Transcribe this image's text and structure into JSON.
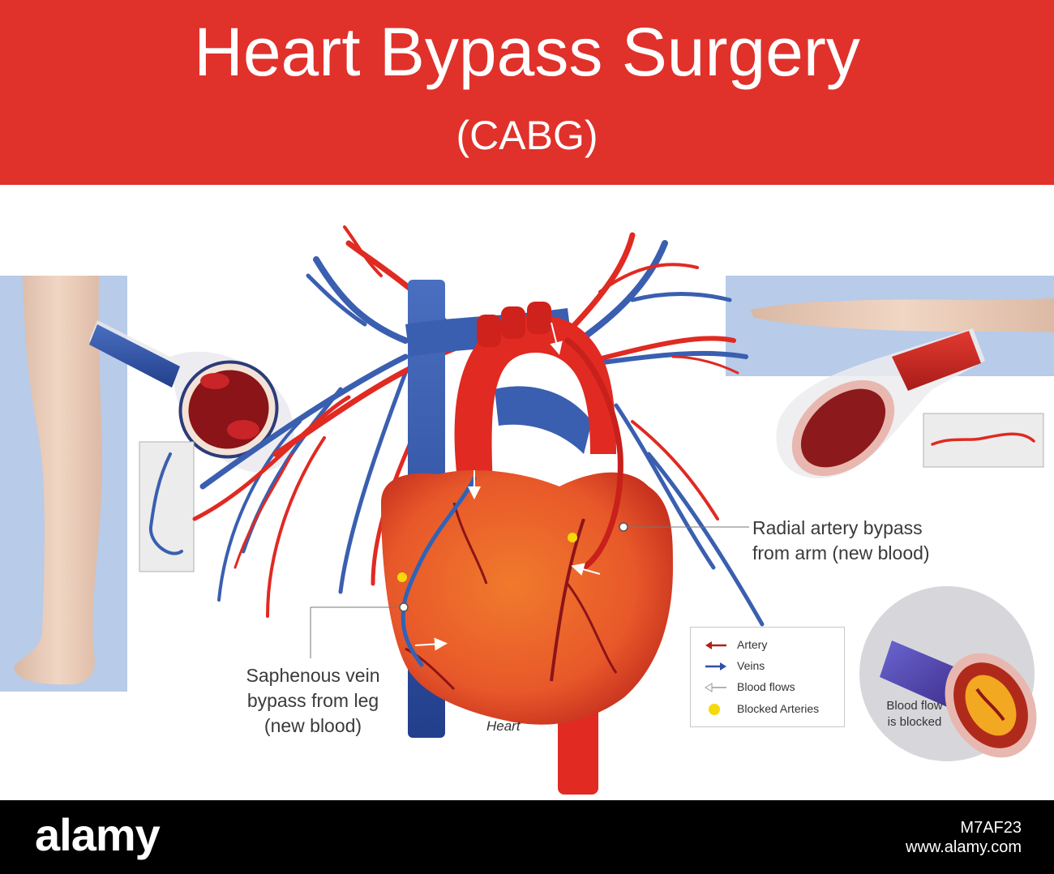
{
  "header": {
    "title": "Heart Bypass Surgery",
    "subtitle": "(CABG)"
  },
  "labels": {
    "radial_line1": "Radial artery bypass",
    "radial_line2": "from arm (new blood)",
    "saphenous_line1": "Saphenous vein",
    "saphenous_line2": "bypass from leg",
    "saphenous_line3": "(new blood)",
    "heart": "Heart",
    "blocked_line1": "Blood flow",
    "blocked_line2": "is blocked"
  },
  "legend": {
    "items": [
      {
        "label": "Artery",
        "icon": "red-arrow-icon"
      },
      {
        "label": "Veins",
        "icon": "blue-arrow-icon"
      },
      {
        "label": "Blood flows",
        "icon": "white-arrow-icon"
      },
      {
        "label": "Blocked Arteries",
        "icon": "yellow-dot-icon"
      }
    ]
  },
  "footer": {
    "brand": "alamy",
    "image_id": "M7AF23",
    "url": "www.alamy.com"
  },
  "colors": {
    "banner_red": "#e0312b",
    "artery_red": "#e02a22",
    "vein_blue": "#3a5fb0",
    "heart_orange": "#e8662a",
    "blocked_yellow": "#f5d90a",
    "panel_blue": "#b8cbe8"
  }
}
